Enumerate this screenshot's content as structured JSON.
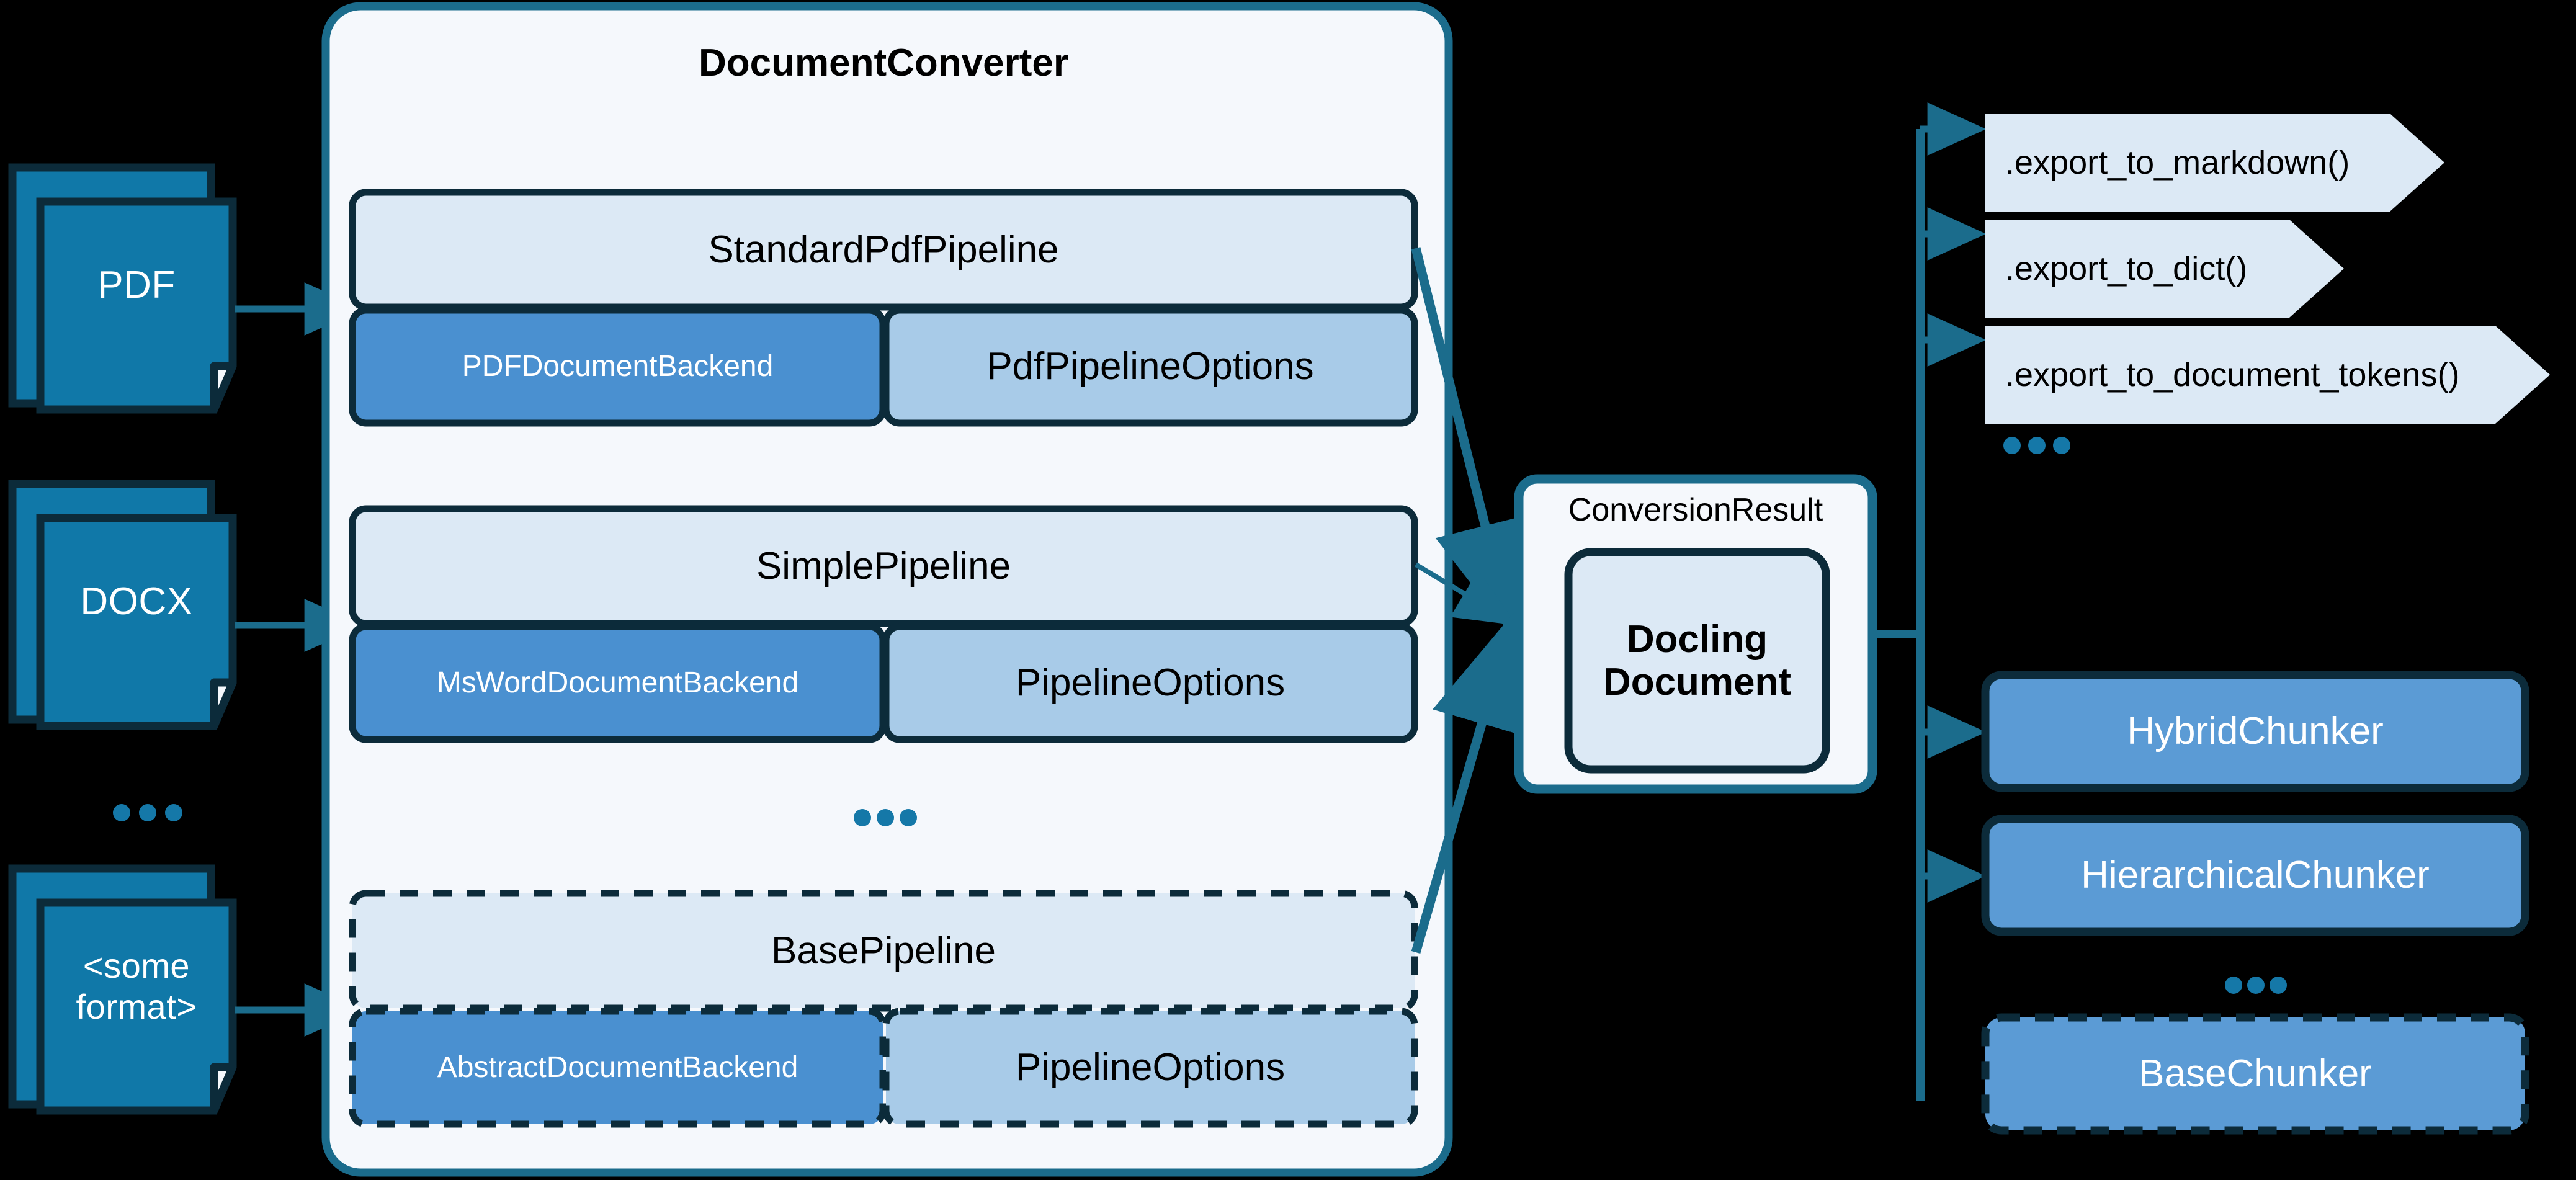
{
  "diagram": {
    "title": "DocumentConverter",
    "colors": {
      "background": "#000000",
      "panel_fill": "#F5F8FC",
      "panel_stroke": "#1B6C8C",
      "doc_fill": "#1078A8",
      "doc_stroke": "#0C2B3A",
      "pipeline_fill": "#DCE9F5",
      "backend_fill": "#4A90D0",
      "options_fill": "#A8CBE8",
      "box_stroke": "#0C2B3A",
      "chunker_fill": "#5B9BD5",
      "export_fill": "#DCE9F5",
      "arrow": "#1B6C8C",
      "ellipsis": "#1578A8",
      "text_dark": "#000000",
      "text_light": "#FFFFFF"
    },
    "inputs": [
      {
        "label": "PDF",
        "lines": [
          "PDF"
        ]
      },
      {
        "label": "DOCX",
        "lines": [
          "DOCX"
        ]
      },
      {
        "label": "<some format>",
        "lines": [
          "<some",
          "format>"
        ]
      }
    ],
    "input_ellipsis": "...",
    "pipelines": [
      {
        "name": "StandardPdfPipeline",
        "abstract": false,
        "backend": "PDFDocumentBackend",
        "options": "PdfPipelineOptions"
      },
      {
        "name": "SimplePipeline",
        "abstract": false,
        "backend": "MsWordDocumentBackend",
        "options": "PipelineOptions"
      },
      {
        "name": "BasePipeline",
        "abstract": true,
        "backend": "AbstractDocumentBackend",
        "options": "PipelineOptions"
      }
    ],
    "pipeline_ellipsis": "...",
    "result": {
      "outer_label": "ConversionResult",
      "inner_lines": [
        "Docling",
        "Document"
      ]
    },
    "exports": [
      {
        "label": ".export_to_markdown()"
      },
      {
        "label": ".export_to_dict()"
      },
      {
        "label": ".export_to_document_tokens()"
      }
    ],
    "export_ellipsis": "...",
    "chunkers": [
      {
        "label": "HybridChunker",
        "abstract": false
      },
      {
        "label": "HierarchicalChunker",
        "abstract": false
      },
      {
        "label": "BaseChunker",
        "abstract": true
      }
    ],
    "chunker_ellipsis": "..."
  }
}
